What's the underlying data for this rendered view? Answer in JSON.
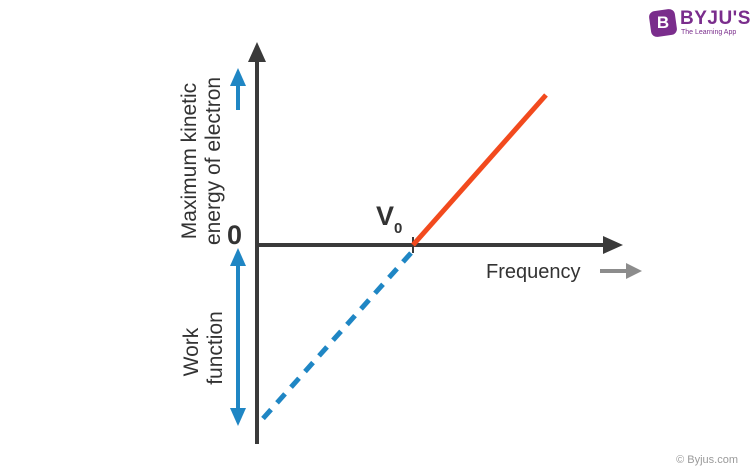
{
  "brand": {
    "logo_letter": "B",
    "name": "BYJU'S",
    "tagline": "The Learning App"
  },
  "footer": {
    "copyright": "© Byjus.com"
  },
  "diagram": {
    "y_axis_label_line1": "Maximum kinetic",
    "y_axis_label_line2": "energy of electron",
    "origin_label": "0",
    "threshold_label": "V",
    "threshold_subscript": "0",
    "x_axis_label": "Frequency",
    "work_function_line1": "Work",
    "work_function_line2": "function"
  },
  "colors": {
    "axis": "#3a3a3a",
    "kinetic_line": "#f24a1e",
    "extrapolation": "#1f86c4",
    "arrow_blue": "#1f86c4",
    "arrow_gray": "#8c8c8c",
    "brand": "#7a2d8c"
  },
  "icons": {
    "up_arrow": "up-arrow-icon",
    "double_arrow": "double-arrow-icon",
    "right_arrow": "right-arrow-icon"
  }
}
